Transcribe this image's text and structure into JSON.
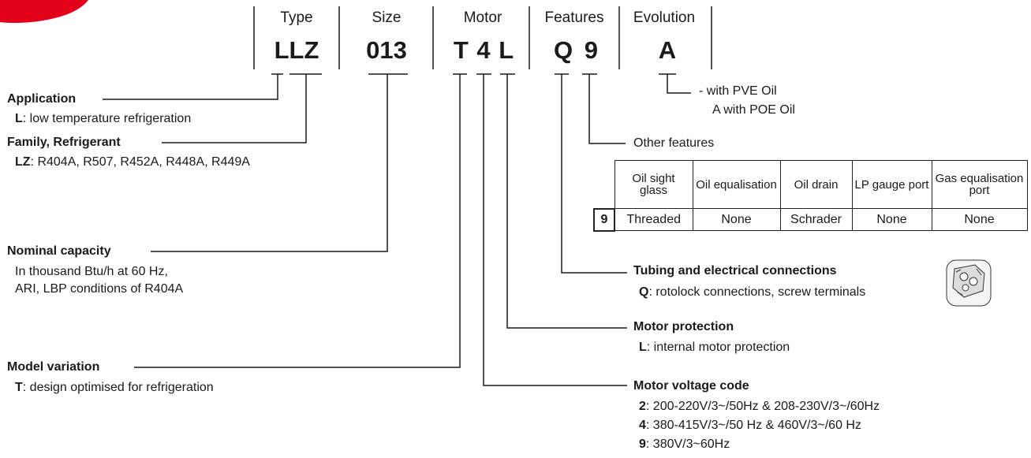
{
  "headers": {
    "type": "Type",
    "size": "Size",
    "motor": "Motor",
    "features": "Features",
    "evolution": "Evolution"
  },
  "codes": {
    "type": "LLZ",
    "size": "013",
    "motor": "T 4 L",
    "features": "Q 9",
    "evolution": "A"
  },
  "application": {
    "title": "Application",
    "code": "L",
    "desc": ": low temperature refrigeration"
  },
  "family": {
    "title": "Family, Refrigerant",
    "code": "LZ",
    "desc": ": R404A, R507, R452A, R448A, R449A"
  },
  "capacity": {
    "title": "Nominal capacity",
    "line1": "In thousand Btu/h at 60 Hz,",
    "line2": "ARI, LBP conditions of R404A"
  },
  "variation": {
    "title": "Model variation",
    "code": "T",
    "desc": ": design optimised for refrigeration"
  },
  "evolution": {
    "line1": "- with PVE Oil",
    "line2": "A with POE Oil"
  },
  "other_features": {
    "title": "Other features",
    "table": {
      "columns": [
        "Oil sight glass",
        "Oil equalisation",
        "Oil drain",
        "LP gauge port",
        "Gas equalisation port"
      ],
      "row": {
        "code": "9",
        "values": [
          "Threaded",
          "None",
          "Schrader",
          "None",
          "None"
        ]
      }
    }
  },
  "tubing": {
    "title": "Tubing and electrical connections",
    "code": "Q",
    "desc": ": rotolock connections, screw terminals"
  },
  "protection": {
    "title": "Motor protection",
    "code": "L",
    "desc": ": internal motor protection"
  },
  "voltage": {
    "title": "Motor voltage code",
    "items": [
      {
        "code": "2",
        "desc": ": 200-220V/3~/50Hz & 208-230V/3~/60Hz"
      },
      {
        "code": "4",
        "desc": ": 380-415V/3~/50 Hz & 460V/3~/60 Hz"
      },
      {
        "code": "9",
        "desc": ": 380V/3~60Hz"
      }
    ]
  },
  "colors": {
    "accent_red": "#e2001a",
    "line": "#1a1a1a"
  },
  "icons": {
    "compressor": "compressor-terminal-box-icon"
  }
}
